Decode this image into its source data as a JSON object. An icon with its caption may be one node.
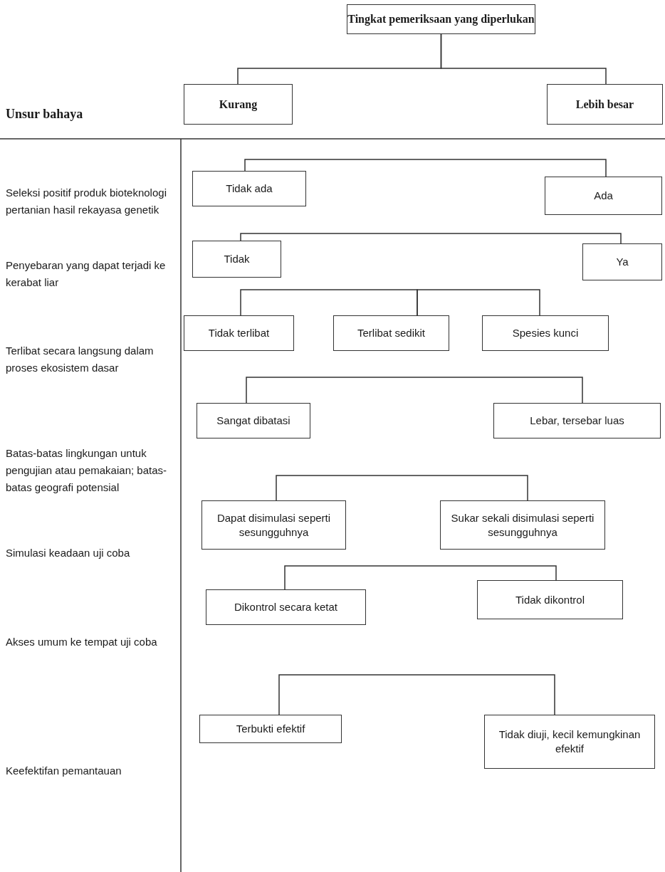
{
  "diagram": {
    "nodes": [
      {
        "text": [
          "Tingkat pemeriksaan yang diperlukan"
        ]
      },
      {
        "text": [
          "Kurang"
        ]
      },
      {
        "text": [
          "Lebih besar"
        ]
      },
      {
        "text": [
          "Tidak ada"
        ]
      },
      {
        "text": [
          "Ada"
        ]
      },
      {
        "text": [
          "Tidak"
        ]
      },
      {
        "text": [
          "Ya"
        ]
      },
      {
        "text": [
          "Tidak terlibat"
        ]
      },
      {
        "text": [
          "Terlibat sedikit"
        ]
      },
      {
        "text": [
          "Spesies kunci"
        ]
      },
      {
        "text": [
          "Sangat dibatasi"
        ]
      },
      {
        "text": [
          "Lebar, tersebar luas"
        ]
      },
      {
        "text": [
          "Dapat disimulasi seperti sesungguhnya"
        ]
      },
      {
        "text": [
          "Sukar sekali disimulasi seperti sesungguhnya"
        ]
      },
      {
        "text": [
          "Dikontrol secara ketat"
        ]
      },
      {
        "text": [
          "Tidak dikontrol"
        ]
      },
      {
        "text": [
          "Terbukti efektif"
        ]
      },
      {
        "text": [
          "Tidak diuji, kecil kemungkinan efektif"
        ]
      }
    ],
    "edges": [
      {
        "from": 0,
        "to": 1,
        "arrow": "none"
      },
      {
        "from": 0,
        "to": 2,
        "arrow": "none"
      },
      {
        "from": 3,
        "to": 4,
        "arrow": "none"
      },
      {
        "from": 5,
        "to": 6,
        "arrow": "none"
      },
      {
        "from": 7,
        "to": 8,
        "arrow": "none"
      },
      {
        "from": 8,
        "to": 9,
        "arrow": "none"
      },
      {
        "from": 10,
        "to": 11,
        "arrow": "none"
      },
      {
        "from": 12,
        "to": 13,
        "arrow": "none"
      },
      {
        "from": 14,
        "to": 15,
        "arrow": "none"
      },
      {
        "from": 16,
        "to": 17,
        "arrow": "none"
      }
    ],
    "labels": [
      "Unsur bahaya",
      "Seleksi positif produk bioteknologi pertanian hasil rekayasa genetik",
      "Penyebaran yang dapat terjadi ke kerabat liar",
      "Terlibat secara langsung dalam proses ekosistem dasar",
      "Batas-batas lingkungan untuk pengujian atau pemakaian; batas-batas geografi potensial",
      "Simulasi keadaan uji coba",
      "Akses umum ke tempat uji coba",
      "Keefektifan pemantauan"
    ]
  }
}
